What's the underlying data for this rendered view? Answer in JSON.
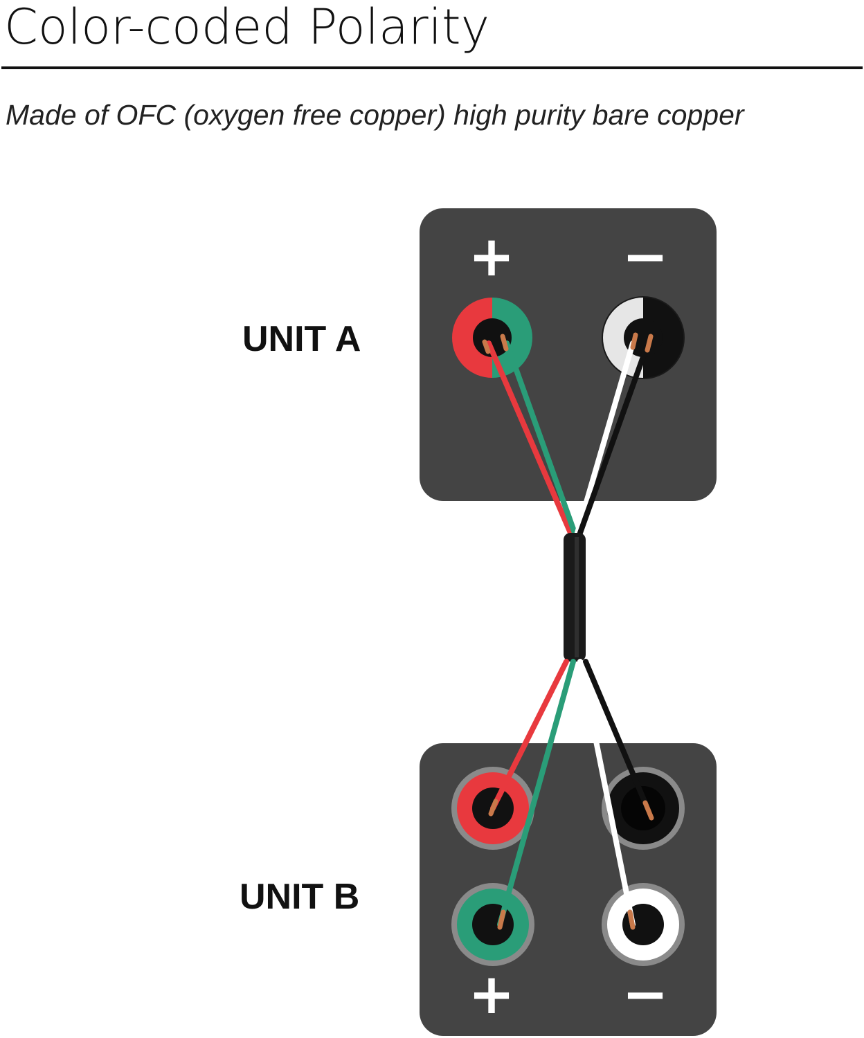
{
  "title": "Color-coded Polarity",
  "subtitle": "Made of  OFC (oxygen free copper) high purity bare copper",
  "unit_a": {
    "label": "UNIT A",
    "plus": "+",
    "minus": "−"
  },
  "unit_b": {
    "label": "UNIT B",
    "plus": "+",
    "minus": "−"
  },
  "colors": {
    "panel": "#444444",
    "red": "#e8393e",
    "green": "#2a9d78",
    "white": "#ffffff",
    "black": "#111111",
    "copper": "#c9794a",
    "sheath": "#1a1a1a"
  }
}
